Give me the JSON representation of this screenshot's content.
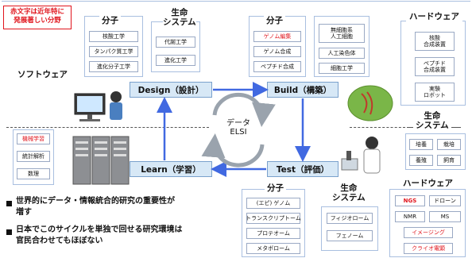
{
  "legend_note": "赤文字は近年特に\n発展著しい分野",
  "software": {
    "title": "ソフトウェア",
    "items": [
      "機械学習",
      "統計解析",
      "数理"
    ]
  },
  "design_block": {
    "molecule_title": "分子",
    "molecule_items": [
      "核酸工学",
      "タンパク質工学",
      "進化分子工学"
    ],
    "life_title": "生命\nシステム",
    "life_items": [
      "代謝工学",
      "進化工学"
    ]
  },
  "build_block": {
    "molecule_title": "分子",
    "molecule_items": [
      "ゲノム編集",
      "ゲノム合成",
      "ペプチド合成"
    ],
    "life_items": [
      "無細胞系\n人工細胞",
      "人工染色体",
      "細胞工学"
    ]
  },
  "hardware_top": {
    "title": "ハードウェア",
    "items": [
      "核酸\n合成装置",
      "ペプチド\n合成装置",
      "実験\nロボット"
    ]
  },
  "life_right": {
    "title": "生命\nシステム",
    "items": [
      "培養",
      "栽培",
      "養殖",
      "飼育"
    ]
  },
  "stages": {
    "design": "Design（設計）",
    "build": "Build（構築）",
    "test": "Test（評価）",
    "learn": "Learn（学習）"
  },
  "center": {
    "line1": "データ",
    "line2": "ELSI"
  },
  "test_block": {
    "molecule_title": "分子",
    "molecule_items": [
      "(エピ) ゲノム",
      "トランスクリプトーム",
      "プロテオーム",
      "メタボローム"
    ],
    "life_title": "生命\nシステム",
    "life_items": [
      "フィジオローム",
      "フェノーム"
    ]
  },
  "hardware_bottom": {
    "title": "ハードウェア",
    "items": [
      "NGS",
      "ドローン",
      "NMR",
      "MS",
      "イメージング",
      "クライオ電顕"
    ]
  },
  "bullets": [
    "世界的にデータ・情報統合的研究の重要性が\n増す",
    "日本でこのサイクルを単独で回せる研究環境は\n官民合わせてもほぼない"
  ],
  "colors": {
    "red": "#e0141c",
    "stage_fill": "#d7e8f6",
    "arrow": "#4a7fc0",
    "cycle_arrow": "#4169e1"
  }
}
